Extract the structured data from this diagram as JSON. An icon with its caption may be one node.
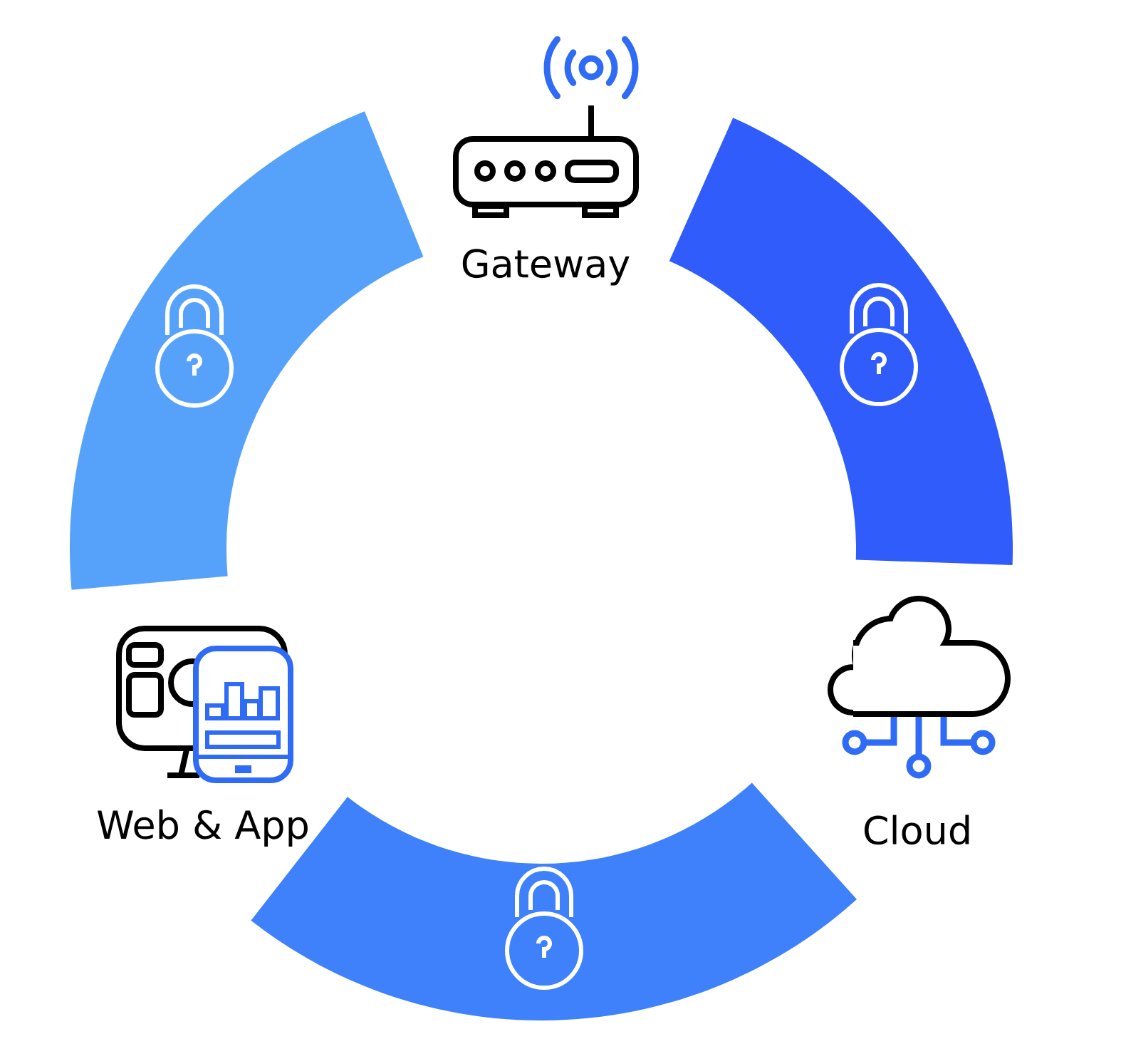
{
  "diagram": {
    "nodes": [
      {
        "text": [
          "Gateway"
        ]
      },
      {
        "text": [
          "Cloud"
        ]
      },
      {
        "text": [
          "Web & App"
        ]
      }
    ]
  }
}
